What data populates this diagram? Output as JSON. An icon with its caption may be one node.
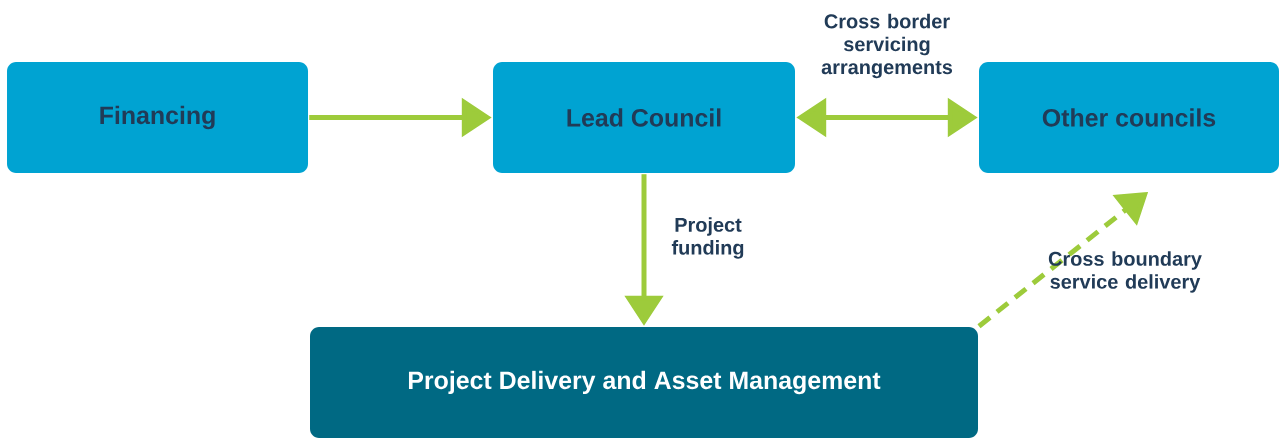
{
  "diagram": {
    "nodes": [
      {
        "text": [
          "Financing"
        ]
      },
      {
        "text": [
          "Lead Council"
        ]
      },
      {
        "text": [
          "Other councils"
        ]
      },
      {
        "text": [
          "Project Delivery and Asset Management"
        ]
      }
    ],
    "edges": [
      {
        "from": 0,
        "to": 1,
        "arrow": "to"
      },
      {
        "from": 1,
        "to": 2,
        "arrow": "both",
        "label": "Cross border servicing arrangements"
      },
      {
        "from": 1,
        "to": 3,
        "arrow": "to",
        "label": "Project funding"
      },
      {
        "from": 3,
        "to": 2,
        "arrow": "to",
        "style": "dashed",
        "label": "Cross boundary service delivery"
      }
    ]
  }
}
